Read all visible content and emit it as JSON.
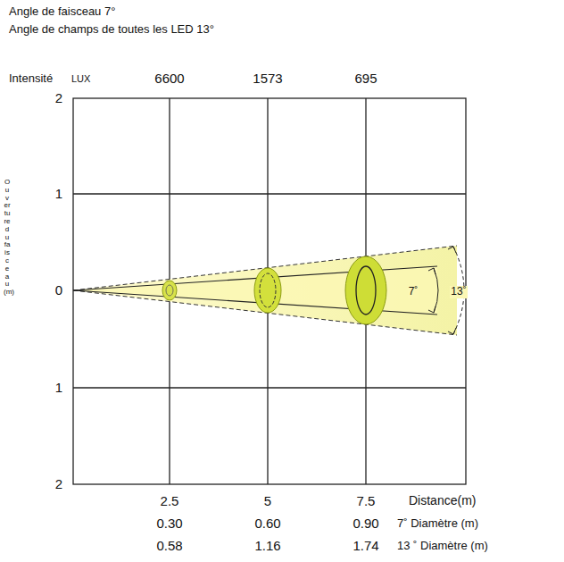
{
  "diagram": {
    "labels": [
      "Angle de faisceau 7°",
      "Angle de champs de toutes les LED 13°",
      "Intensité",
      "LUX",
      "6600",
      "1573",
      "695",
      "2",
      "1",
      "0",
      "1",
      "2",
      "Ouverture du faisceau (m)",
      "7˚",
      "13˚",
      "2.5",
      "5",
      "7.5",
      "Distance(m)",
      "0.30",
      "0.60",
      "0.90",
      "7˚ Diamètre (m)",
      "0.58",
      "1.16",
      "1.74",
      "13 ˚ Diamètre (m)"
    ]
  }
}
